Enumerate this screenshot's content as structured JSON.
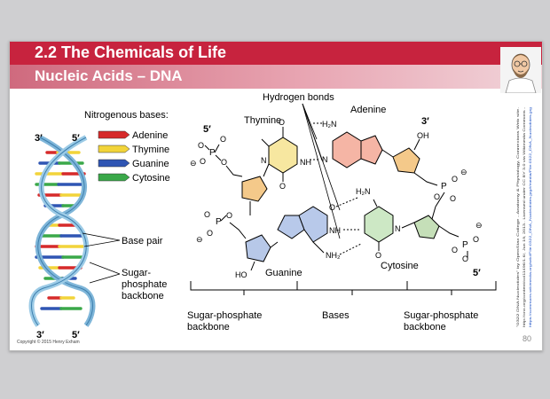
{
  "slide": {
    "title": "2.2 The Chemicals of Life",
    "subtitle": "Nucleic Acids – DNA",
    "page_number": "80",
    "copyright": "Copyright © 2015 Henry Exham",
    "credit_lines": [
      "\"0322 DNA Nucleotides\" by OpenStax College - Anatomy & Physiology, Connexions Web site.",
      "http://cnx.org/content/col11496/1.6/, Jun 19, 2013.. Licensed under CC BY 3.0 via Wikimedia Commons -",
      "https://commons.wikimedia.org/wiki/File:0322_DNA_Nucleotides.jpg#/media/File:0322_DNA_Nucleotides.jpg"
    ]
  },
  "left_panel": {
    "legend_title": "Nitrogenous bases:",
    "legend": [
      {
        "label": "Adenine",
        "color": "#d62a2a"
      },
      {
        "label": "Thymine",
        "color": "#f2d43a"
      },
      {
        "label": "Guanine",
        "color": "#2f55b3"
      },
      {
        "label": "Cytosine",
        "color": "#3aa849"
      }
    ],
    "top_left_end": "3′",
    "top_right_end": "5′",
    "bottom_left_end": "3′",
    "bottom_right_end": "5′",
    "base_pair_label": "Base pair",
    "backbone_label": [
      "Sugar-",
      "phosphate",
      "backbone"
    ]
  },
  "structure": {
    "hydrogen_bonds": "Hydrogen bonds",
    "thymine": "Thymine",
    "adenine": "Adenine",
    "guanine": "Guanine",
    "cytosine": "Cytosine",
    "five_prime": "5′",
    "three_prime": "3′",
    "oh": "OH",
    "ho": "HO",
    "nh": "NH",
    "n": "N",
    "o": "O",
    "p": "P",
    "h2n": "H₂N",
    "nh2": "NH₂",
    "minus": "⊖"
  },
  "bottom_labels": {
    "left": [
      "Sugar-phosphate",
      "backbone"
    ],
    "middle": "Bases",
    "right": [
      "Sugar-phosphate",
      "backbone"
    ]
  },
  "colors": {
    "title_red": "#c7233e",
    "thymine_fill": "#f7e7a0",
    "adenine_fill": "#f5b5a5",
    "guanine_fill": "#b8c9ea",
    "cytosine_fill": "#cde8c5",
    "sugar_fill": "#f4c98a",
    "sugar_blue_fill": "#b7c8e8",
    "sugar_green_fill": "#c5dfb8"
  }
}
